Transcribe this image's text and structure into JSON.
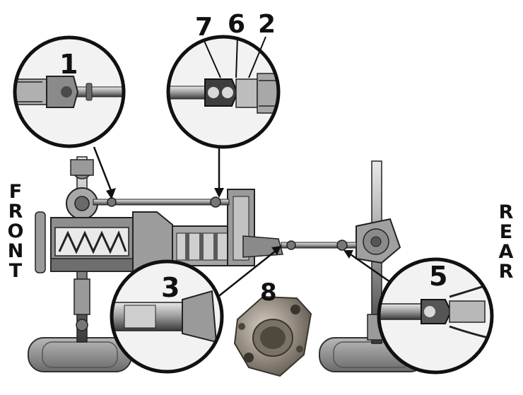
{
  "side_labels": {
    "front": [
      "F",
      "R",
      "O",
      "N",
      "T"
    ],
    "rear": [
      "R",
      "E",
      "A",
      "R"
    ]
  },
  "callouts": {
    "c1": "1",
    "c2": "2",
    "c3": "3",
    "c5": "5",
    "c6": "6",
    "c7": "7",
    "c8": "8"
  },
  "colors": {
    "ink": "#111111",
    "metal_dark": "#4a4a4a",
    "metal_mid": "#8a8a8a",
    "metal_light": "#c8c8c8",
    "tire": "#9a9a9a",
    "zoom_fill": "#e6e6e6"
  }
}
